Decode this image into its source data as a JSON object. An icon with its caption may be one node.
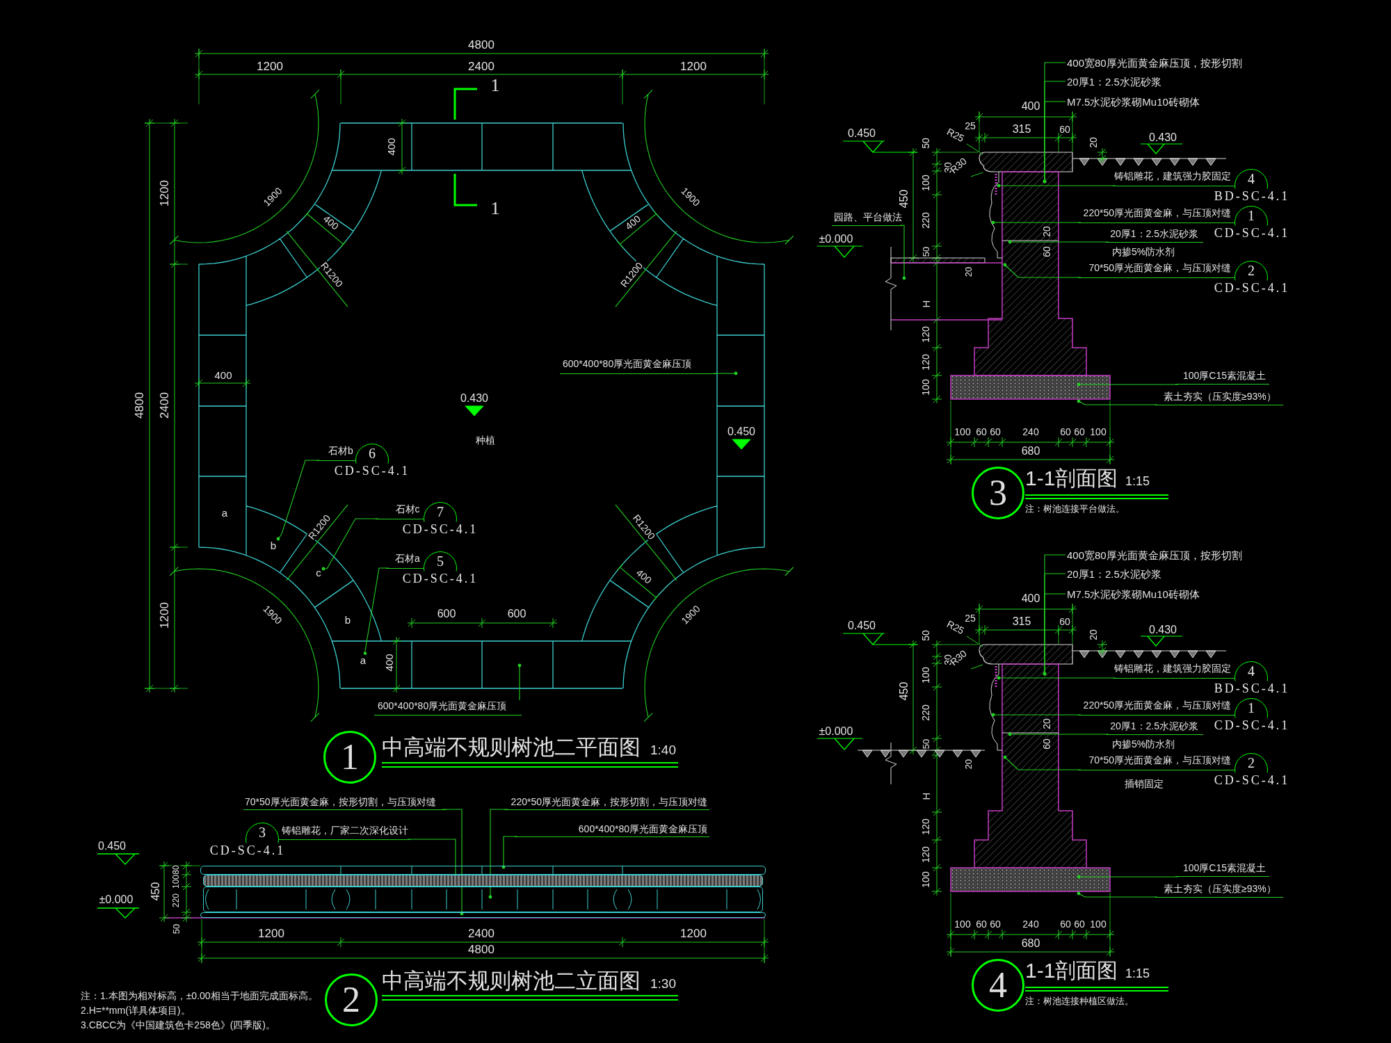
{
  "diagram": {
    "nodes": [
      {
        "text": [
          "600*400*80厚光面黄金麻压顶"
        ]
      },
      {
        "text": [
          "石材b",
          "6",
          "CD-SC-4.1"
        ]
      },
      {
        "text": [
          "石材c",
          "7",
          "CD-SC-4.1"
        ]
      },
      {
        "text": [
          "石材a",
          "5",
          "CD-SC-4.1"
        ]
      },
      {
        "text": [
          "600*400*80厚光面黄金麻压顶"
        ]
      },
      {
        "text": [
          "70*50厚光面黄金麻，按形切割，与压顶对缝"
        ]
      },
      {
        "text": [
          "220*50厚光面黄金麻，按形切割，与压顶对缝"
        ]
      },
      {
        "text": [
          "3",
          "铸铝雕花，厂家二次深化设计",
          "CD-SC-4.1"
        ]
      },
      {
        "text": [
          "600*400*80厚光面黄金麻压顶"
        ]
      },
      {
        "text": [
          "400宽80厚光面黄金麻压顶，按形切割"
        ]
      },
      {
        "text": [
          "20厚1：2.5水泥砂浆"
        ]
      },
      {
        "text": [
          "M7.5水泥砂浆砌Mu10砖砌体"
        ]
      },
      {
        "text": [
          "园路、平台做法"
        ]
      },
      {
        "text": [
          "铸铝雕花，建筑强力胶固定",
          "4",
          "BD-SC-4.1"
        ]
      },
      {
        "text": [
          "220*50厚光面黄金麻，与压顶对缝",
          "1",
          "CD-SC-4.1"
        ]
      },
      {
        "text": [
          "20厚1：2.5水泥砂浆",
          "内掺5%防水剂"
        ]
      },
      {
        "text": [
          "70*50厚光面黄金麻，与压顶对缝",
          "2",
          "CD-SC-4.1"
        ]
      },
      {
        "text": [
          "100厚C15素混凝土"
        ]
      },
      {
        "text": [
          "素土夯实（压实度≥93%）"
        ]
      },
      {
        "text": [
          "400宽80厚光面黄金麻压顶，按形切割"
        ]
      },
      {
        "text": [
          "20厚1：2.5水泥砂浆"
        ]
      },
      {
        "text": [
          "M7.5水泥砂浆砌Mu10砖砌体"
        ]
      },
      {
        "text": [
          "铸铝雕花，建筑强力胶固定",
          "4",
          "BD-SC-4.1"
        ]
      },
      {
        "text": [
          "220*50厚光面黄金麻，与压顶对缝",
          "1",
          "CD-SC-4.1"
        ]
      },
      {
        "text": [
          "20厚1：2.5水泥砂浆",
          "内掺5%防水剂"
        ]
      },
      {
        "text": [
          "70*50厚光面黄金麻，与压顶对缝",
          "插销固定",
          "2",
          "CD-SC-4.1"
        ]
      },
      {
        "text": [
          "100厚C15素混凝土"
        ]
      },
      {
        "text": [
          "素土夯实（压实度≥93%）"
        ]
      },
      {
        "text": [
          "b"
        ]
      },
      {
        "text": [
          "c"
        ]
      },
      {
        "text": [
          "a"
        ]
      },
      {
        "text": [],
        "shape": "bar"
      },
      {
        "text": [],
        "shape": "bar"
      },
      {
        "text": [],
        "shape": "bar"
      },
      {
        "text": [],
        "shape": "bar"
      }
    ],
    "edges": [
      {
        "from": 0,
        "to": null,
        "arrow": "other"
      },
      {
        "from": 1,
        "to": 28,
        "arrow": "other"
      },
      {
        "from": 2,
        "to": 29,
        "arrow": "other"
      },
      {
        "from": 3,
        "to": 30,
        "arrow": "other"
      },
      {
        "from": 4,
        "to": null,
        "arrow": "other"
      },
      {
        "from": 5,
        "to": 34,
        "arrow": "other"
      },
      {
        "from": 6,
        "to": 33,
        "arrow": "other"
      },
      {
        "from": 7,
        "to": 32,
        "arrow": "other"
      },
      {
        "from": 8,
        "to": 31,
        "arrow": "other"
      },
      {
        "from": 9,
        "to": null,
        "arrow": "other"
      },
      {
        "from": 10,
        "to": null,
        "arrow": "other"
      },
      {
        "from": 11,
        "to": null,
        "arrow": "other"
      },
      {
        "from": 12,
        "to": null,
        "arrow": "other"
      },
      {
        "from": 13,
        "to": null,
        "arrow": "other"
      },
      {
        "from": 14,
        "to": null,
        "arrow": "other"
      },
      {
        "from": 15,
        "to": null,
        "arrow": "other"
      },
      {
        "from": 16,
        "to": null,
        "arrow": "other"
      },
      {
        "from": 17,
        "to": null,
        "arrow": "other"
      },
      {
        "from": 18,
        "to": null,
        "arrow": "other"
      },
      {
        "from": 19,
        "to": null,
        "arrow": "other"
      },
      {
        "from": 20,
        "to": null,
        "arrow": "other"
      },
      {
        "from": 21,
        "to": null,
        "arrow": "other"
      },
      {
        "from": 22,
        "to": null,
        "arrow": "other"
      },
      {
        "from": 23,
        "to": null,
        "arrow": "other"
      },
      {
        "from": 24,
        "to": null,
        "arrow": "other"
      },
      {
        "from": 25,
        "to": null,
        "arrow": "other"
      },
      {
        "from": 26,
        "to": null,
        "arrow": "other"
      },
      {
        "from": 27,
        "to": null,
        "arrow": "other"
      }
    ],
    "labels": [
      "4800",
      "1200",
      "2400",
      "1200",
      "1",
      "400",
      "1",
      "1200",
      "1900",
      "400",
      "R1200",
      "1900",
      "400",
      "R1200",
      "400",
      "4800",
      "2400",
      "0.430",
      "种植",
      "0.450",
      "a",
      "R1200",
      "R1200",
      "1900",
      "400",
      "1900",
      "600",
      "600",
      "b",
      "1200",
      "400",
      "1",
      "中高端不规则树池二平面图",
      "1:40",
      "0.450",
      "80",
      "450",
      "100",
      "220",
      "±0.000",
      "50",
      "1200",
      "2400",
      "1200",
      "4800",
      "2",
      "中高端不规则树池二立面图",
      "1:30",
      "注：1.本图为相对标高，±0.00相当于地面完成面标高。",
      "2.H=**mm(详具体项目)。",
      "3.CBCC为《中国建筑色卡258色》(四季版)。",
      "400",
      "25",
      "315",
      "60",
      "R25",
      "0.450",
      "50",
      "20",
      "0.430",
      "30",
      "R30",
      "100",
      "450",
      "220",
      "20",
      "±0.000",
      "50",
      "60",
      "20",
      "H",
      "120",
      "120",
      "100",
      "100",
      "60",
      "60",
      "240",
      "60",
      "60",
      "100",
      "680",
      "3",
      "1-1剖面图",
      "1:15",
      "注：树池连接平台做法。",
      "400",
      "25",
      "315",
      "60",
      "R25",
      "0.450",
      "50",
      "20",
      "0.430",
      "30",
      "R30",
      "100",
      "450",
      "220",
      "20",
      "±0.000",
      "50",
      "60",
      "20",
      "H",
      "120",
      "120",
      "100",
      "100",
      "60",
      "60",
      "240",
      "60",
      "60",
      "100",
      "680",
      "4",
      "1-1剖面图",
      "1:15",
      "注：树池连接种植区做法。"
    ]
  }
}
